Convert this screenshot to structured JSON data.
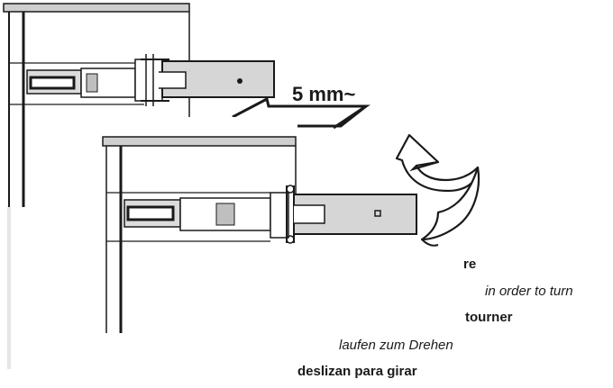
{
  "measurement": {
    "label": "5 mm~"
  },
  "captions": {
    "line1": "re",
    "line2": "in order to turn",
    "line3": "tourner",
    "line4": "laufen zum Drehen",
    "line5": "deslizan para girar"
  },
  "colors": {
    "stroke": "#1a1a1a",
    "fill_light": "#dcdcdc",
    "fill_mid": "#bfbfbf",
    "fill_top": "#cfcfcf",
    "background": "#ffffff"
  },
  "icons": {
    "rotation": "curved-rotation-arrow-icon",
    "offset": "offset-zigzag-icon"
  }
}
